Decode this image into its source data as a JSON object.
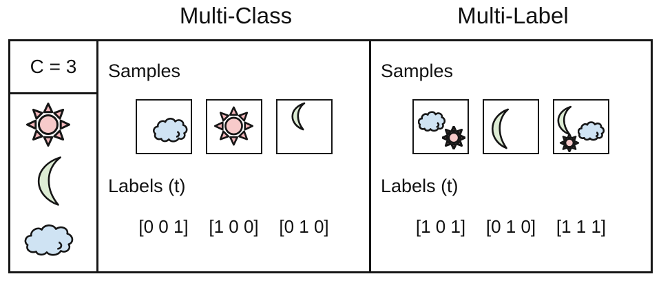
{
  "class_count_label": "C = 3",
  "class_icons": [
    "sun",
    "moon",
    "cloud"
  ],
  "colors": {
    "outline": "#161616",
    "sun_fill": "#f7caca",
    "sun_ray_fill": "#f2b6ba",
    "moon_fill": "#ddecd4",
    "cloud_fill": "#cfe3f3"
  },
  "panels": [
    {
      "title": "Multi-Class",
      "samples_label": "Samples",
      "labels_label": "Labels (t)",
      "samples": [
        {
          "icons": [
            "cloud"
          ],
          "label": "[0 0 1]"
        },
        {
          "icons": [
            "sun"
          ],
          "label": "[1 0 0]"
        },
        {
          "icons": [
            "moon"
          ],
          "label": "[0 1 0]"
        }
      ]
    },
    {
      "title": "Multi-Label",
      "samples_label": "Samples",
      "labels_label": "Labels (t)",
      "samples": [
        {
          "icons": [
            "cloud",
            "sun"
          ],
          "label": "[1 0 1]"
        },
        {
          "icons": [
            "moon"
          ],
          "label": "[0 1 0]"
        },
        {
          "icons": [
            "moon",
            "cloud",
            "sun"
          ],
          "label": "[1 1 1]"
        }
      ]
    }
  ]
}
